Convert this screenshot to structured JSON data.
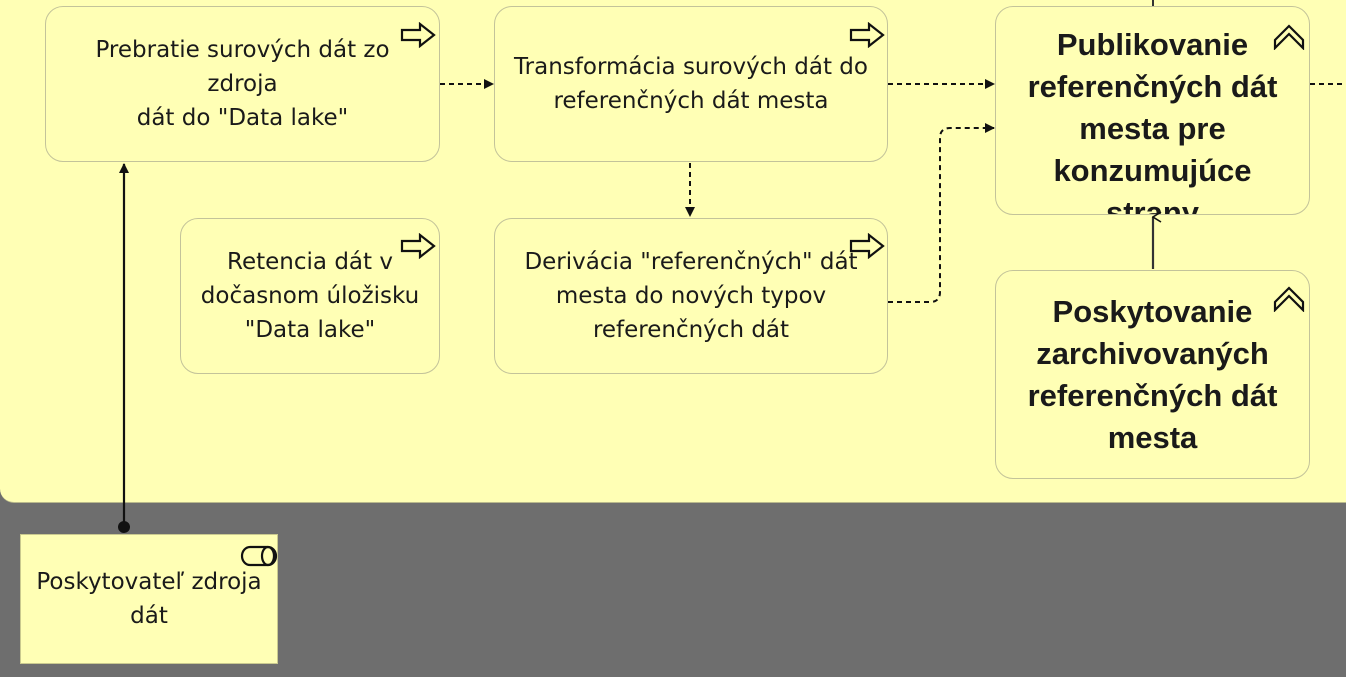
{
  "nodes": {
    "prebratie": "Prebratie surových dát zo zdroja\ndát do \"Data lake\"",
    "transformacia": "Transformácia surových dát do\nreferenčných dát mesta",
    "publikovanie": "Publikovanie\nreferenčných dát\nmesta pre\nkonzumujúce\nstrany",
    "retencia": "Retencia dát v\ndočasnom úložisku\n\"Data lake\"",
    "derivacia": "Derivácia \"referenčných\" dát\nmesta do nových typov\nreferenčných dát",
    "poskytovanie": "Poskytovanie\nzarchivovaných\nreferenčných dát\nmesta",
    "poskytovatel": "Poskytovateľ zdroja\ndát"
  },
  "icons": {
    "process": "arrow-right-icon",
    "service": "chevron-up-icon",
    "role": "role-cylinder-icon"
  },
  "colors": {
    "group_fill": "#ffffb5",
    "node_border": "#c3c39a",
    "background": "#6e6e6e",
    "line": "#111111"
  }
}
